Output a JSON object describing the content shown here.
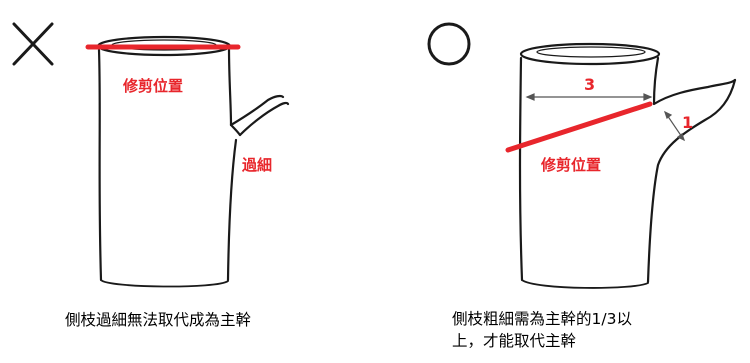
{
  "left": {
    "marker": "×",
    "cut_label": "修剪位置",
    "thin_label": "過細",
    "caption": "側枝過細無法取代成為主幹"
  },
  "right": {
    "marker": "○",
    "cut_label": "修剪位置",
    "dim_trunk": "3",
    "dim_branch": "1",
    "caption_line1": "側枝粗細需為主幹的1/3以",
    "caption_line2": "上，才能取代主幹"
  },
  "colors": {
    "cut_red": "#e8262c",
    "stroke": "#1a1a1a",
    "text": "#000000"
  }
}
